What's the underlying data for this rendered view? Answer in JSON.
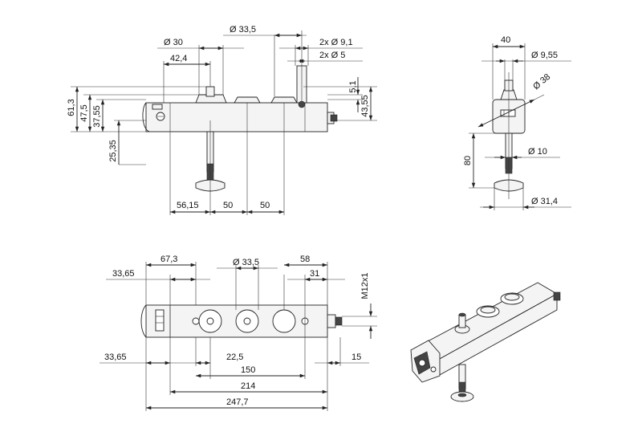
{
  "dims": {
    "dia_33_5_top": "Ø 33,5",
    "dia_30": "Ø 30",
    "dim_42_4": "42,4",
    "dia_9_1": "2x  Ø 9,1",
    "dia_5": "2x  Ø 5",
    "dim_5_1": "5,1",
    "dim_61_3": "61,3",
    "dim_47_5": "47,5",
    "dim_37_55": "37,55",
    "dim_43_55": "43,55",
    "dim_25_35": "25,35",
    "dim_56_15": "56,15",
    "dim_50a": "50",
    "dim_50b": "50",
    "dim_40": "40",
    "dia_9_55": "Ø 9,55",
    "dia_38": "Ø 38",
    "dim_80": "80",
    "dia_10": "Ø 10",
    "dia_31_4": "Ø 31,4",
    "dim_67_3": "67,3",
    "dia_33_5_bottom": "Ø 33,5",
    "dim_58": "58",
    "dim_33_65_top": "33,65",
    "dim_31": "31",
    "thread_m12": "M12x1",
    "dim_33_65_bottom": "33,65",
    "dim_22_5": "22,5",
    "dim_15": "15",
    "dim_150": "150",
    "dim_214": "214",
    "dim_247_7": "247,7"
  },
  "colors": {
    "line": "#222222",
    "body_fill": "#f4f4f4"
  }
}
